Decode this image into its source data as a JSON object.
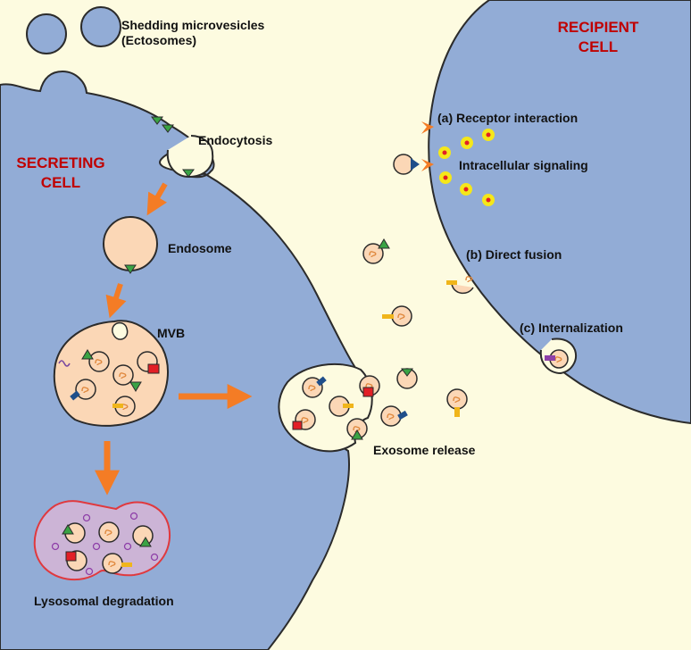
{
  "colors": {
    "background": "#fdfbe0",
    "cell": "#92acd6",
    "cell_outline": "#2b2b2b",
    "vesicle": "#fbd7b6",
    "mvb": "#fbd7b6",
    "lysosome": "#ccb4d6",
    "lysosome_outline": "#e0393e",
    "arrow": "#f47c25",
    "title_text": "#c00000",
    "signal_dot_outer": "#f5e71a",
    "signal_dot_inner": "#e21f26"
  },
  "labels": {
    "secreting_cell": [
      "SECRETING",
      "CELL"
    ],
    "recipient_cell": [
      "RECIPIENT",
      "CELL"
    ],
    "shedding": [
      "Shedding microvesicles",
      "(Ectosomes)"
    ],
    "endocytosis": "Endocytosis",
    "endosome": "Endosome",
    "mvb": "MVB",
    "lysosomal_degradation": "Lysosomal degradation",
    "exosome_release": "Exosome release",
    "receptor_interaction": "(a) Receptor interaction",
    "intracellular_signaling": "Intracellular signaling",
    "direct_fusion": "(b) Direct fusion",
    "internalization": "(c) Internalization"
  },
  "marker_types": [
    "green-protein-icon",
    "blue-receptor-icon",
    "red-protein-icon",
    "yellow-ligand-icon",
    "purple-rna-icon",
    "orange-receptor-icon"
  ]
}
